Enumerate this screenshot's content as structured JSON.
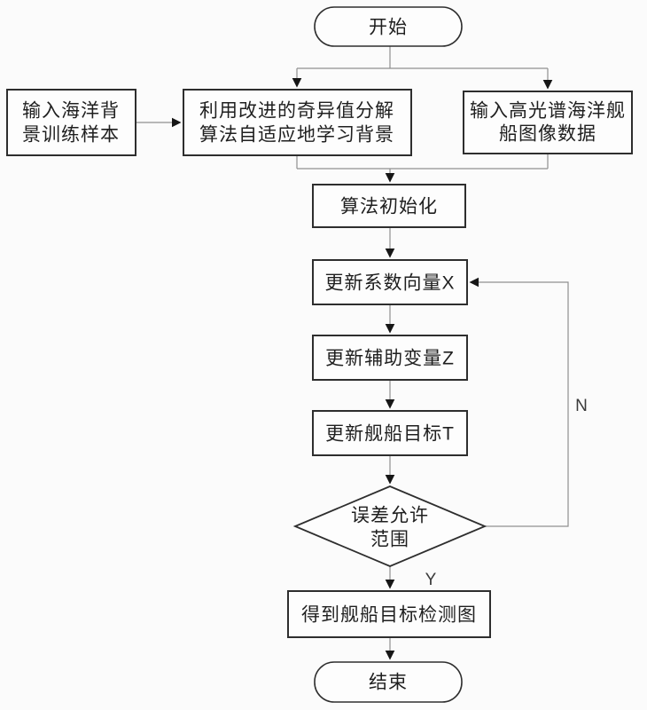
{
  "nodes": {
    "start": {
      "label": "开始"
    },
    "input_background": {
      "line1": "输入海洋背",
      "line2": "景训练样本"
    },
    "svd_learning": {
      "line1": "利用改进的奇异值分解",
      "line2": "算法自适应地学习背景"
    },
    "input_hyperspectral": {
      "line1": "输入高光谱海洋舰",
      "line2": "船图像数据"
    },
    "algorithm_init": {
      "label": "算法初始化"
    },
    "update_coefficient_x": {
      "label": "更新系数向量X"
    },
    "update_auxiliary_z": {
      "label": "更新辅助变量Z"
    },
    "update_ship_target_t": {
      "label": "更新舰船目标T"
    },
    "error_tolerance": {
      "line1": "误差允许",
      "line2": "范围"
    },
    "detection_result": {
      "label": "得到舰船目标检测图"
    },
    "end": {
      "label": "结束"
    }
  },
  "edge_labels": {
    "yes": "Y",
    "no": "N"
  },
  "colors": {
    "bg": "#fbfbfb",
    "node_fill": "#fdfdfd",
    "node_border": "#2e2e2e",
    "connector": "#8f8f8f",
    "arrowhead": "#161616",
    "text": "#1f1f1f",
    "edge_label": "#3a3a3a"
  }
}
